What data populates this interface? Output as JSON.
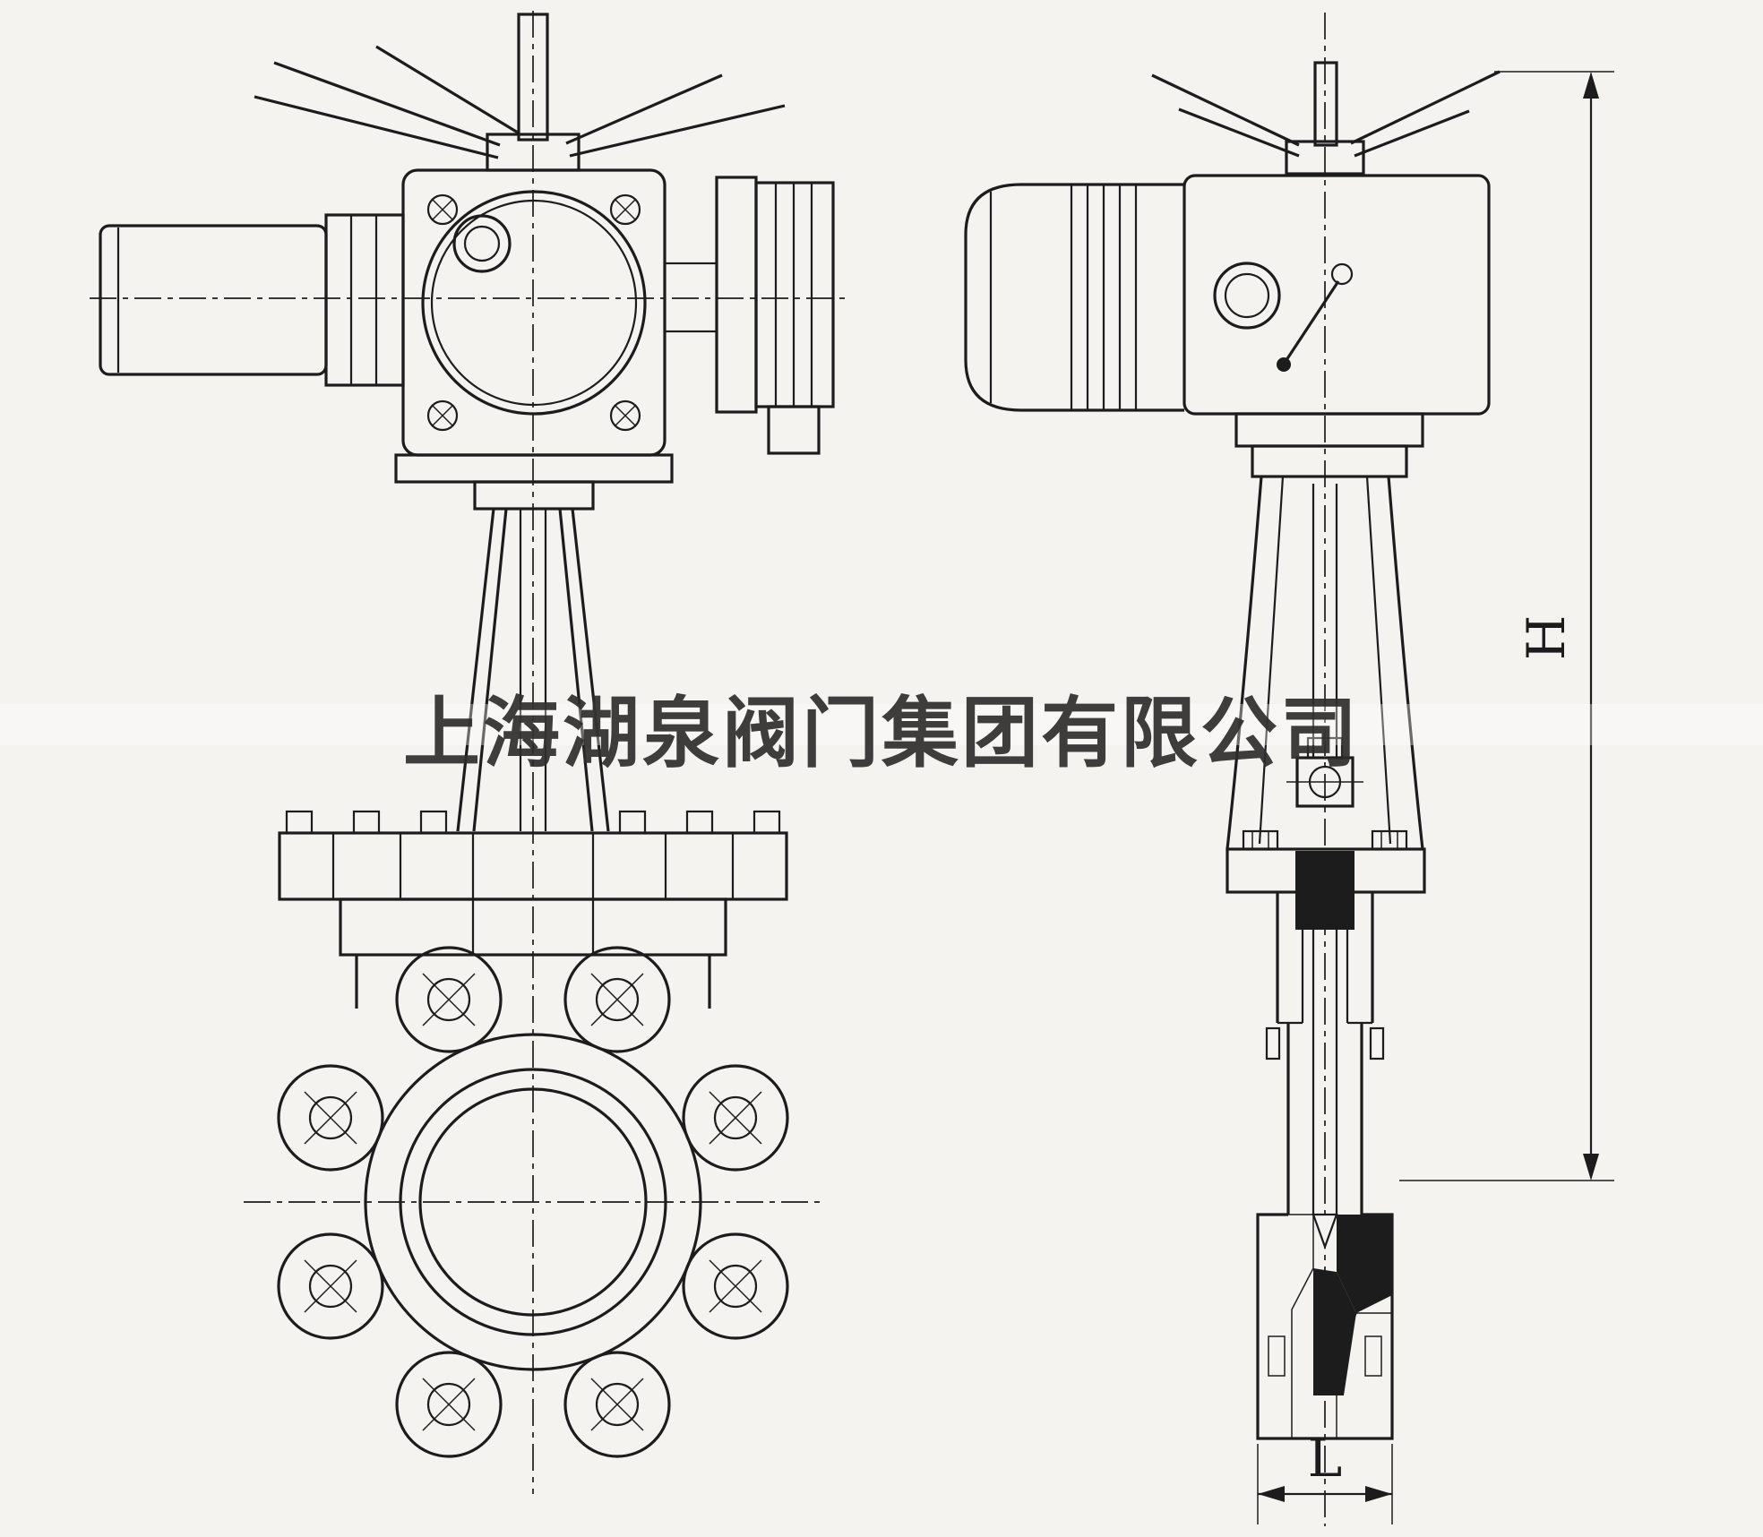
{
  "canvas": {
    "background": "#f4f3f0",
    "line_color": "#1c1c1c"
  },
  "watermark": {
    "text": "上海湖泉阀门集团有限公司"
  },
  "dimensions": {
    "height": {
      "label": "H"
    },
    "length": {
      "label": "L"
    }
  },
  "symbols": {
    "bolt_hole": "circle-with-diagonal-cross",
    "centerline": "dash-dot-line",
    "section_fill": "diagonal-hatch"
  }
}
